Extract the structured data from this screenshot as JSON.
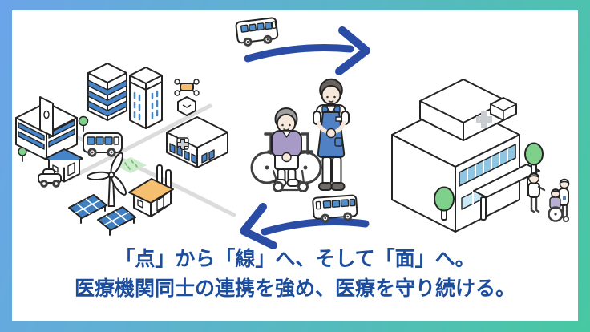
{
  "caption": {
    "line1": "「点」から「線」へ、そして「面」へ。",
    "line2": "医療機関同士の連携を強め、医療を守り続ける。"
  },
  "colors": {
    "frame_gradient_start": "#6BA4EA",
    "frame_gradient_end": "#47C8A2",
    "card_bg": "#FFFFFF",
    "caption_text": "#1C4E9D",
    "arrow_blue": "#2A4CA5",
    "outline_dark": "#242424",
    "building_blue": "#4584C8",
    "window_light_blue": "#C9E9F6",
    "window_mid_blue": "#8FC6E4",
    "bus_window_blue": "#4E8FD0",
    "apron_blue": "#4F81C4",
    "cardigan_purple": "#A79AC6",
    "skin": "#F7E8DC",
    "hair_gray": "#9E9E9E",
    "hair_brown": "#6A625C",
    "tree_green": "#7ED08A",
    "park_green": "#CDEBCD",
    "roof_orange": "#F6BE6F",
    "solar_blue": "#3F7FC1",
    "road_gray": "#DCDCDC",
    "cross_gray": "#C9CDD1"
  },
  "illustration": {
    "left_scene": "town-with-buildings-clinic-houses-solar-wind-drone-bus",
    "center_scene": "caregiver-standing-beside-elderly-person-in-wheelchair",
    "right_scene": "hospital-building-with-trees-and-visitors",
    "top_route": "bus-moving-right-along-arrow",
    "bottom_route": "bus-moving-left-along-arrow"
  }
}
